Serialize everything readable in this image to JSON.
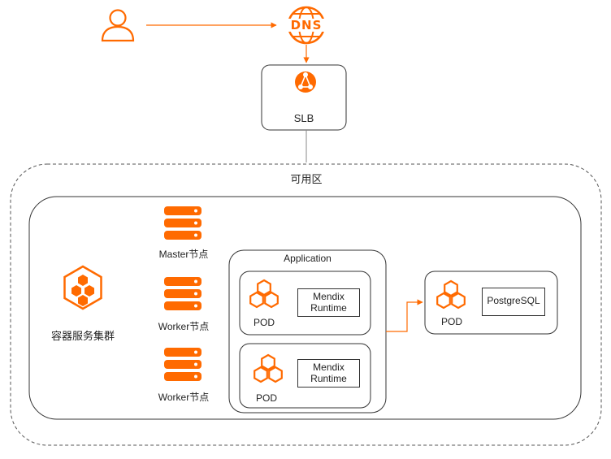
{
  "colors": {
    "accent": "#ff6a00",
    "line": "#333333",
    "dashed": "#666666"
  },
  "nodes": {
    "dns": "DNS",
    "slb": "SLB",
    "zone": "可用区",
    "cluster": "容器服务集群",
    "master": "Master节点",
    "worker1": "Worker节点",
    "worker2": "Worker节点",
    "application": "Application",
    "pod1": {
      "label": "POD",
      "runtime_l1": "Mendix",
      "runtime_l2": "Runtime"
    },
    "pod2": {
      "label": "POD",
      "runtime_l1": "Mendix",
      "runtime_l2": "Runtime"
    },
    "db_pod": {
      "label": "POD",
      "db": "PostgreSQL"
    }
  }
}
